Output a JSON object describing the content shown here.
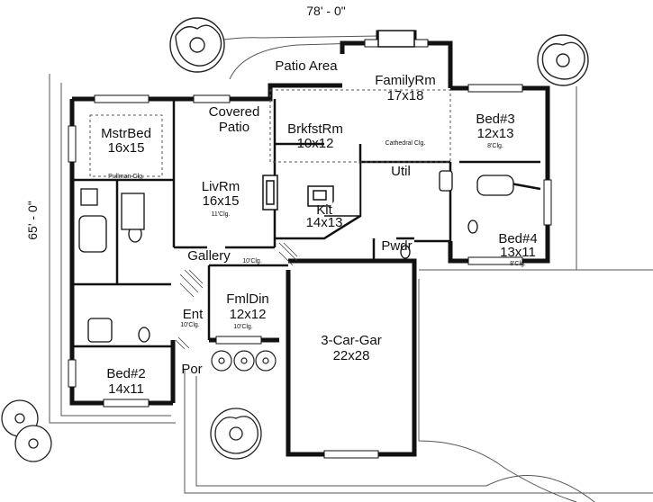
{
  "dimensions": {
    "width": "78' - 0\"",
    "depth": "65' - 0\""
  },
  "rooms": {
    "patio_area": {
      "name": "Patio Area"
    },
    "family": {
      "name": "FamilyRm",
      "size": "17x18",
      "note": "Cathedral Clg."
    },
    "bed3": {
      "name": "Bed#3",
      "size": "12x13",
      "note": "8'Clg."
    },
    "mstr": {
      "name": "MstrBed",
      "size": "16x15",
      "note": "Pullman Clg."
    },
    "covered_patio": {
      "name1": "Covered",
      "name2": "Patio"
    },
    "brkfst": {
      "name": "BrkfstRm",
      "size": "10x12"
    },
    "livrm": {
      "name": "LivRm",
      "size": "16x15",
      "note": "11'Clg."
    },
    "kit": {
      "name": "Kit",
      "size": "14x13"
    },
    "util": {
      "name": "Util"
    },
    "bed4": {
      "name": "Bed#4",
      "size": "13x11",
      "note": "8'Clg."
    },
    "pwdr": {
      "name": "Pwdr"
    },
    "gallery": {
      "name": "Gallery",
      "note": "10'Clg."
    },
    "fmldin": {
      "name": "FmlDin",
      "size": "12x12",
      "note": "10'Clg."
    },
    "ent": {
      "name": "Ent",
      "note": "10'Clg."
    },
    "garage": {
      "name": "3-Car-Gar",
      "size": "22x28"
    },
    "bed2": {
      "name": "Bed#2",
      "size": "14x11"
    },
    "por": {
      "name": "Por"
    }
  },
  "colors": {
    "wall": "#111111",
    "background": "#ffffff"
  },
  "icons": [
    "tree-icon",
    "shrub-icon",
    "fireplace-icon",
    "toilet-icon",
    "tub-icon",
    "sink-icon"
  ]
}
